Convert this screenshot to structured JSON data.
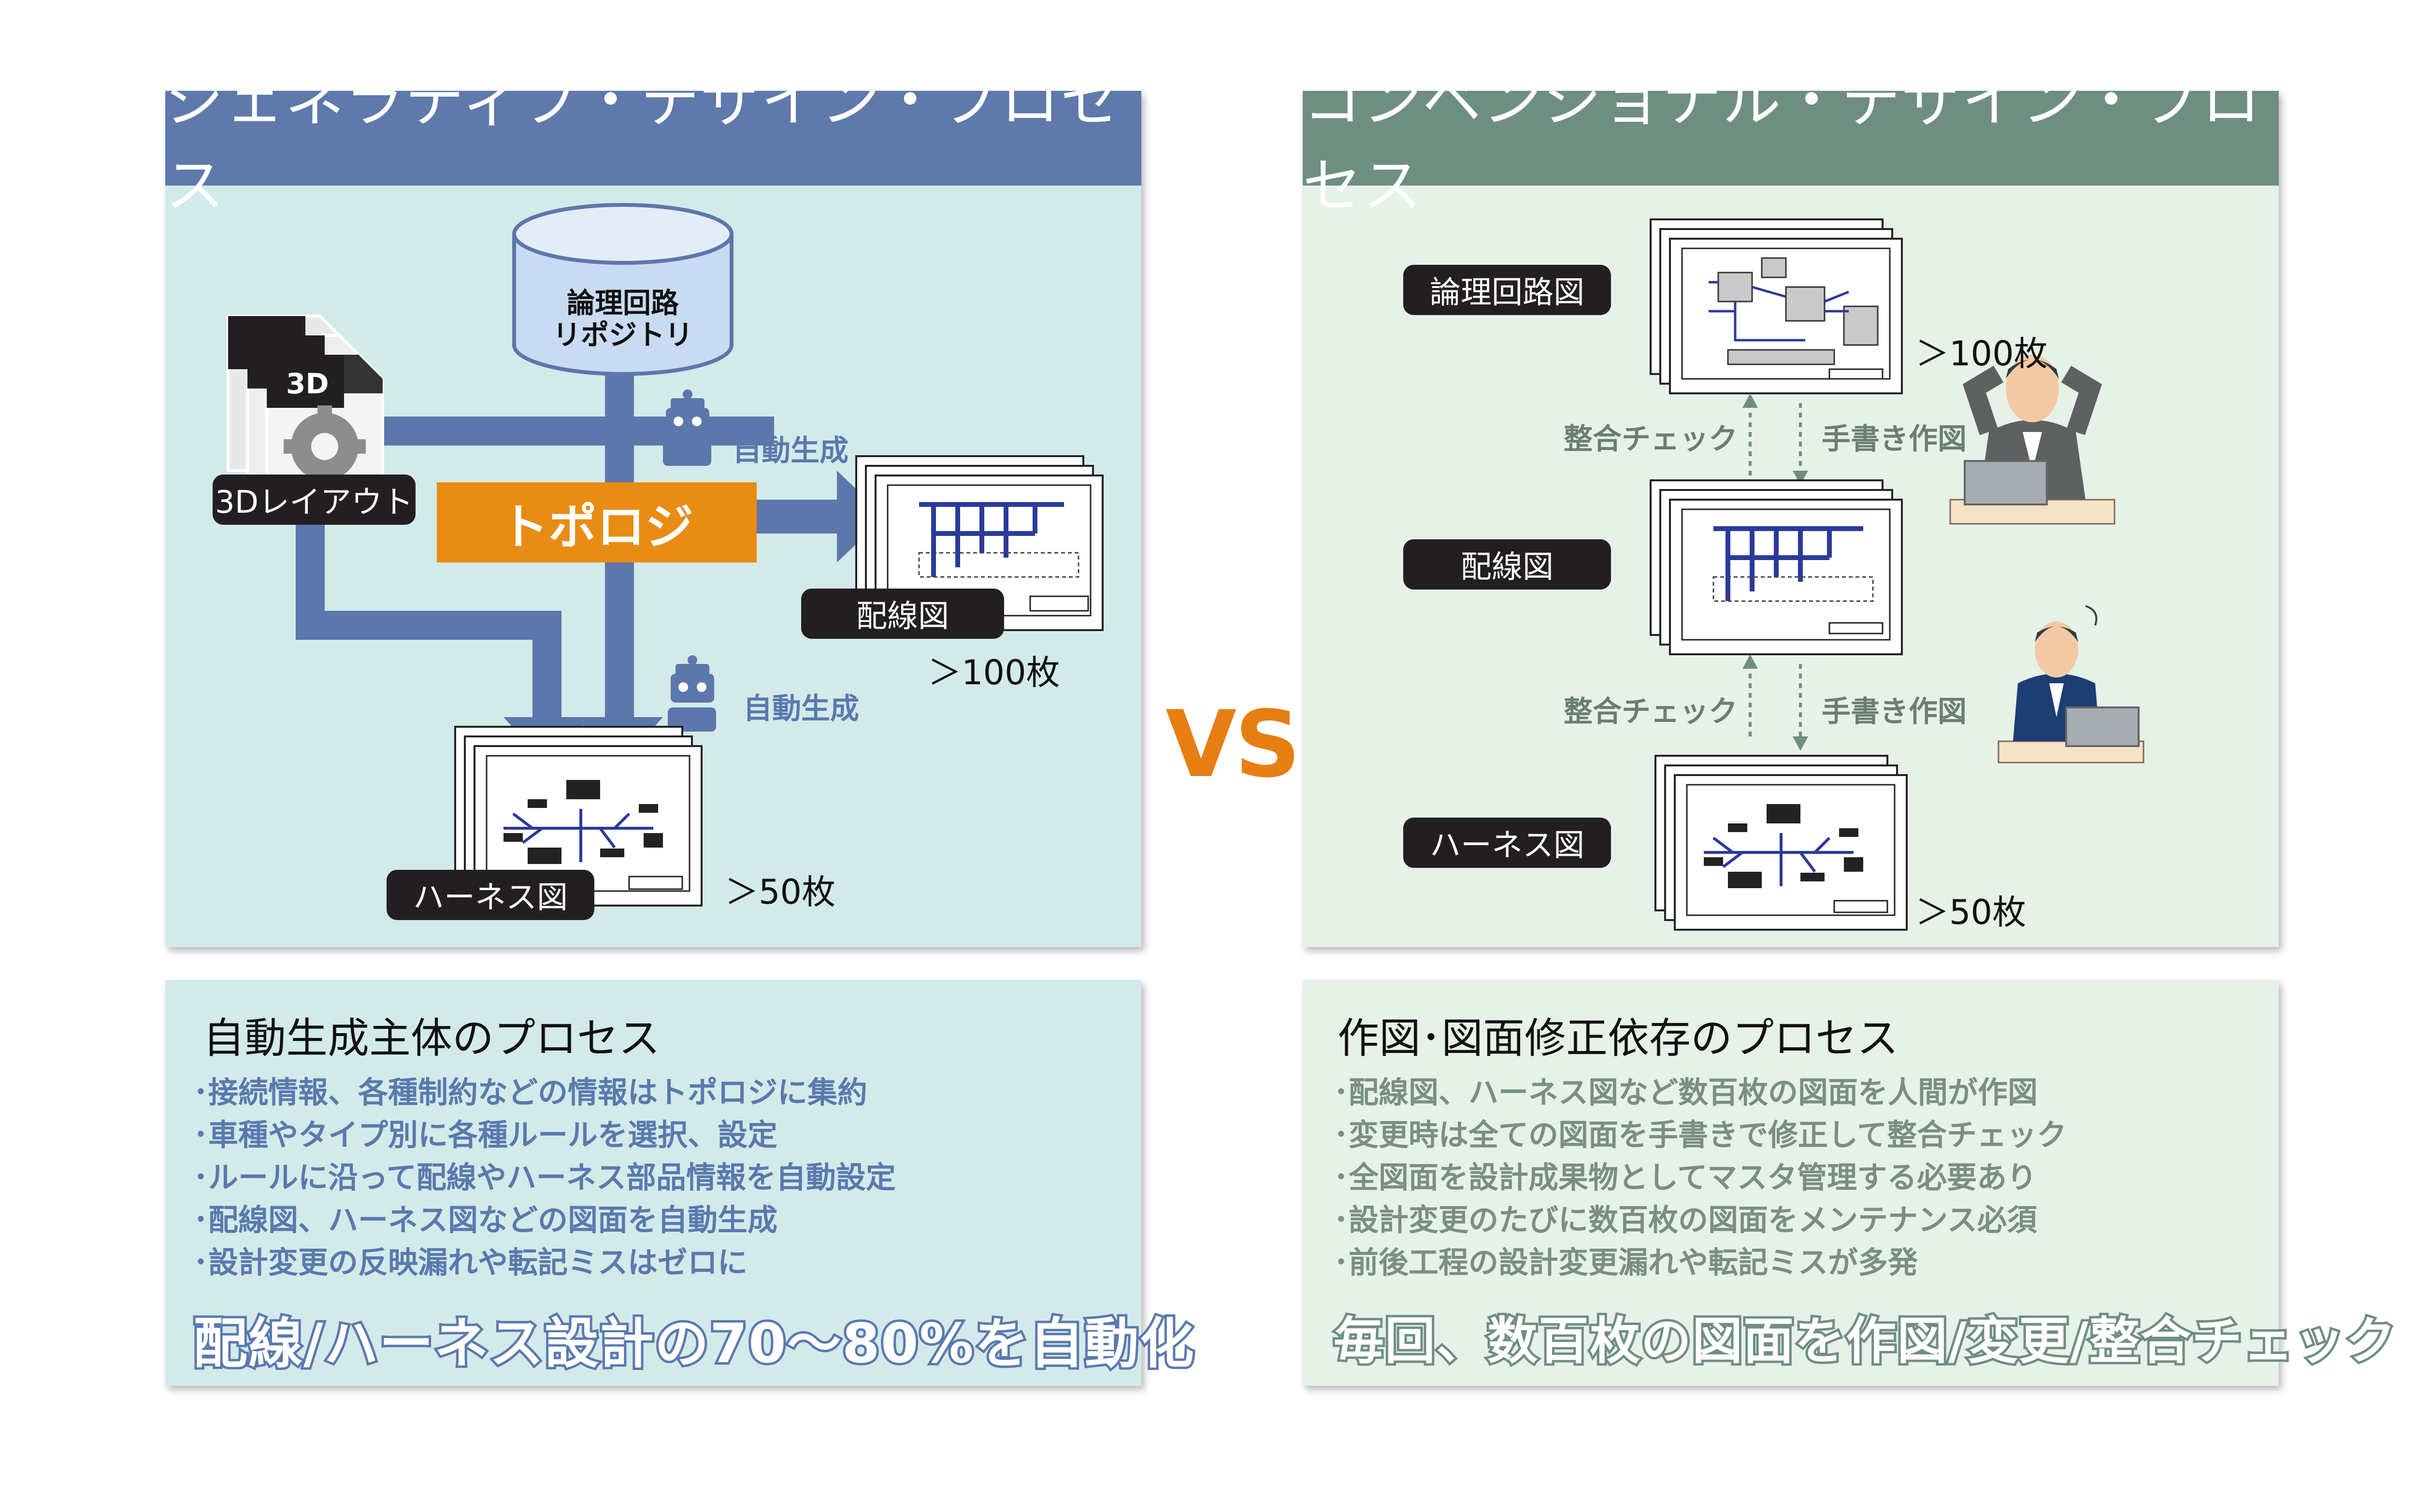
{
  "left": {
    "header": "ジェネラティブ・デザイン・プロセス",
    "repository": {
      "line1": "論理回路",
      "line2": "リポジトリ"
    },
    "layout_label": "3Dレイアウト",
    "layout_badge": "3D",
    "topology": "トポロジ",
    "auto1": "自動生成",
    "auto2": "自動生成",
    "wiring_label": "配線図",
    "wiring_count": "＞100枚",
    "harness_label": "ハーネス図",
    "harness_count": "＞50枚"
  },
  "right": {
    "header": "コンベンショナル・デザイン・プロセス",
    "logic_label": "論理回路図",
    "logic_count": "＞100枚",
    "check1": "整合チェック",
    "hand1": "手書き作図",
    "wiring_label": "配線図",
    "check2": "整合チェック",
    "hand2": "手書き作図",
    "harness_label": "ハーネス図",
    "harness_count": "＞50枚"
  },
  "vs": "VS",
  "left_box": {
    "title": "自動生成主体のプロセス",
    "bullets": [
      "･接続情報、各種制約などの情報はトポロジに集約",
      "･車種やタイプ別に各種ルールを選択、設定",
      "･ルールに沿って配線やハーネス部品情報を自動設定",
      "･配線図、ハーネス図などの図面を自動生成",
      "･設計変更の反映漏れや転記ミスはゼロに"
    ],
    "summary": "配線/ハーネス設計の70～80%を自動化"
  },
  "right_box": {
    "title": "作図･図面修正依存のプロセス",
    "bullets": [
      "･配線図、ハーネス図など数百枚の図面を人間が作図",
      "･変更時は全ての図面を手書きで修正して整合チェック",
      "･全図面を設計成果物としてマスタ管理する必要あり",
      "･設計変更のたびに数百枚の図面をメンテナンス必須",
      "･前後工程の設計変更漏れや転記ミスが多発"
    ],
    "summary": "毎回、数百枚の図面を作図/変更/整合チェック"
  },
  "colors": {
    "left_header": "#5e79aa",
    "left_bg": "#d3eaea",
    "right_header": "#6f8e82",
    "right_bg": "#e6f1e8",
    "arrow_blue": "#5c77ab",
    "topology_orange": "#e98c14",
    "vs_orange": "#e67e13"
  }
}
